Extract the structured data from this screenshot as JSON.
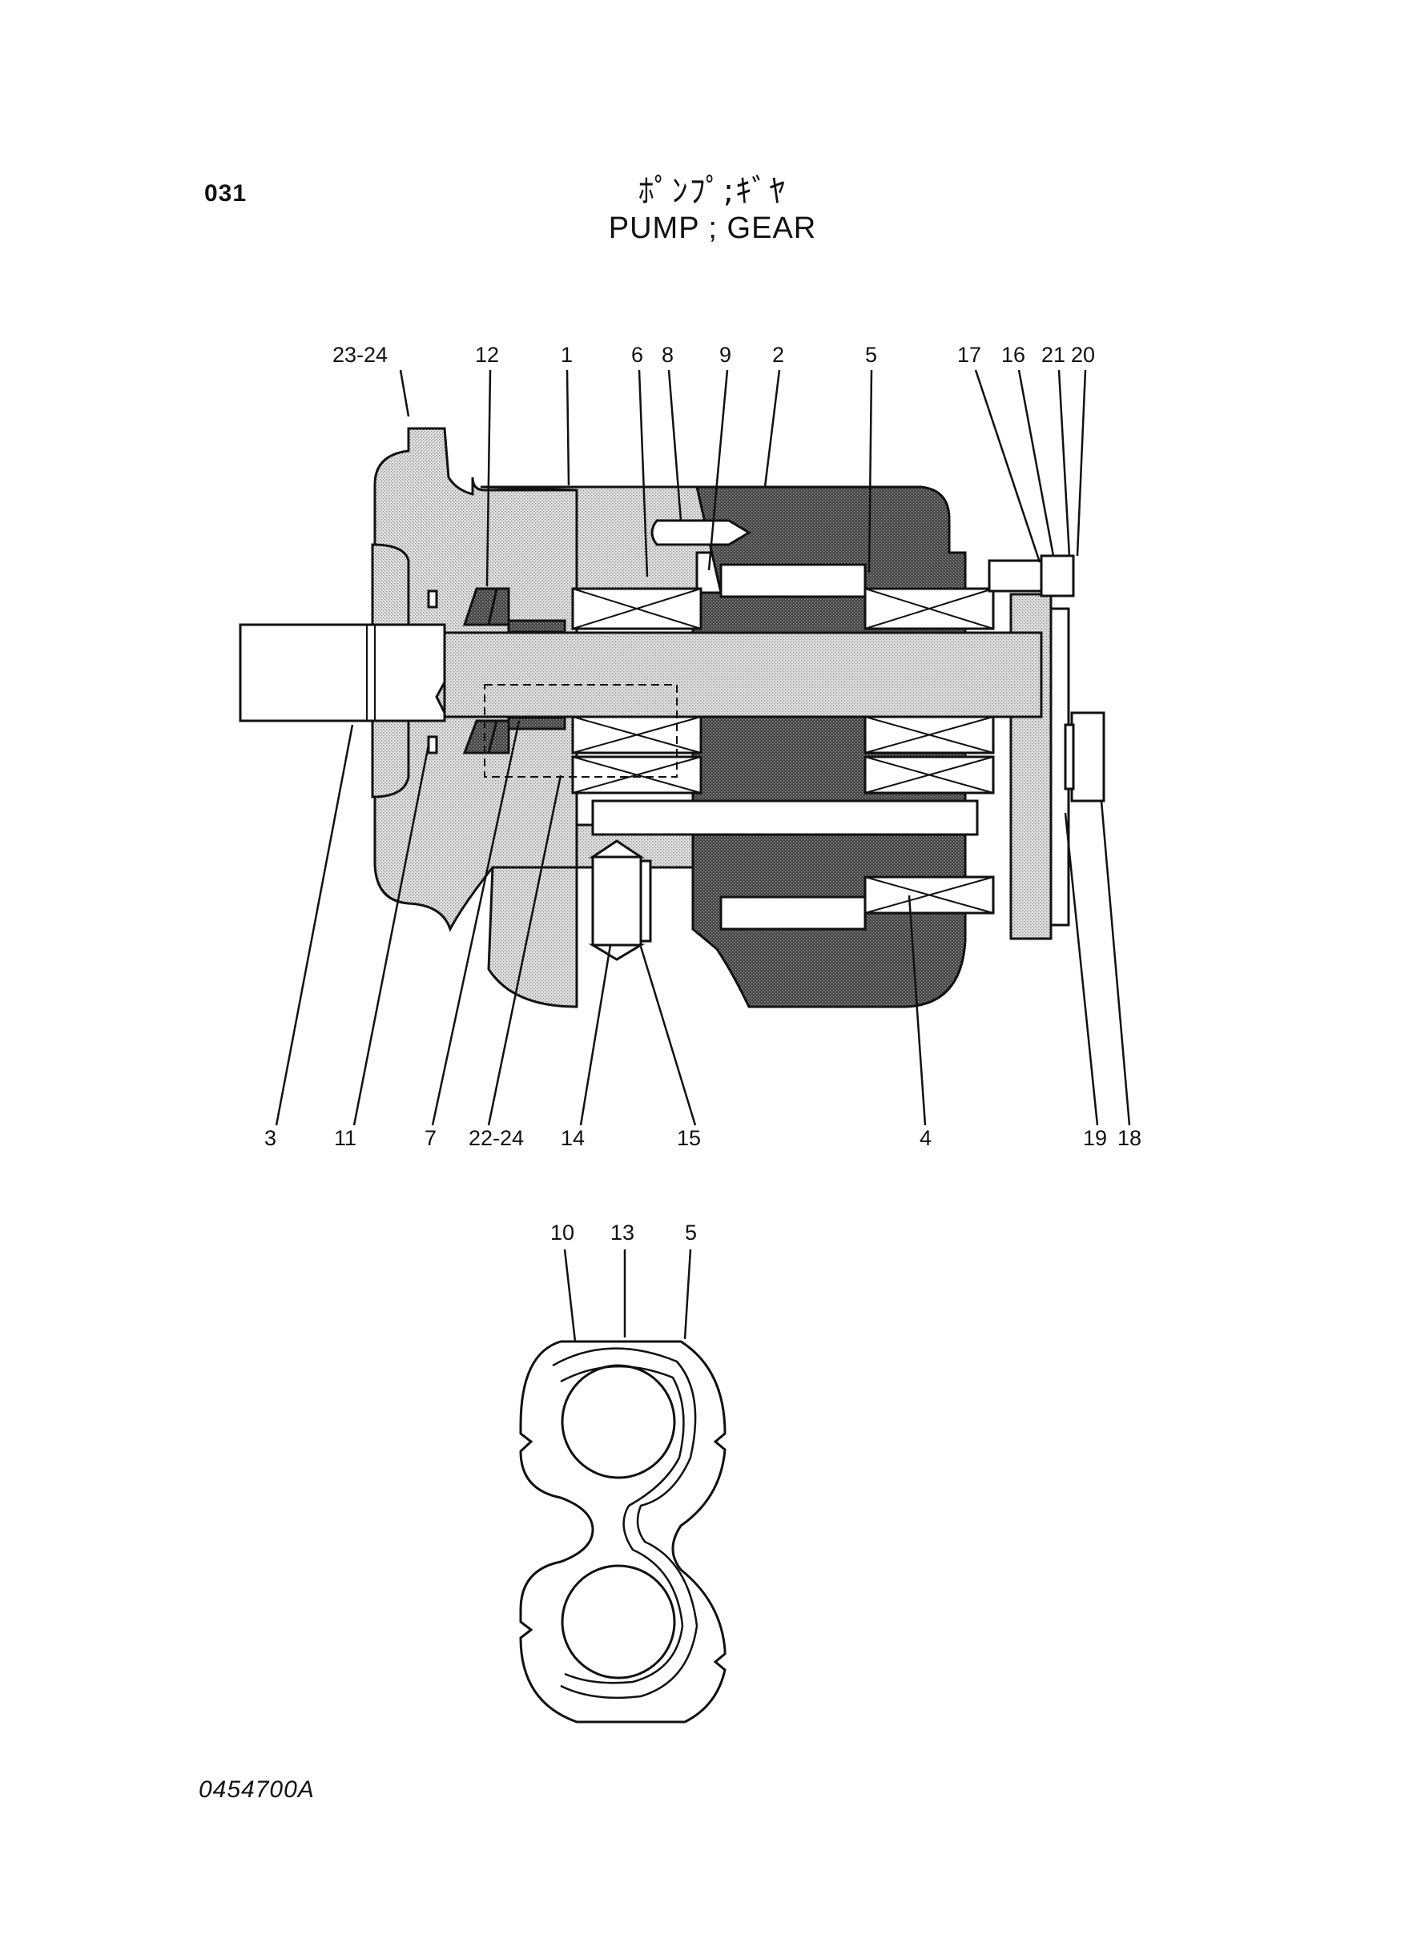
{
  "header": {
    "page_code": "031",
    "title_jp": "ﾎﾟﾝﾌﾟ;ｷﾞﾔ",
    "title_en": "PUMP ; GEAR"
  },
  "footer": {
    "drawing_number": "0454700A"
  },
  "callouts": {
    "top": [
      "23-24",
      "12",
      "1",
      "6",
      "8",
      "9",
      "2",
      "5",
      "17",
      "16",
      "21",
      "20"
    ],
    "bottom": [
      "3",
      "11",
      "7",
      "22-24",
      "14",
      "15",
      "4",
      "19",
      "18"
    ],
    "detail": [
      "10",
      "13",
      "5"
    ]
  }
}
